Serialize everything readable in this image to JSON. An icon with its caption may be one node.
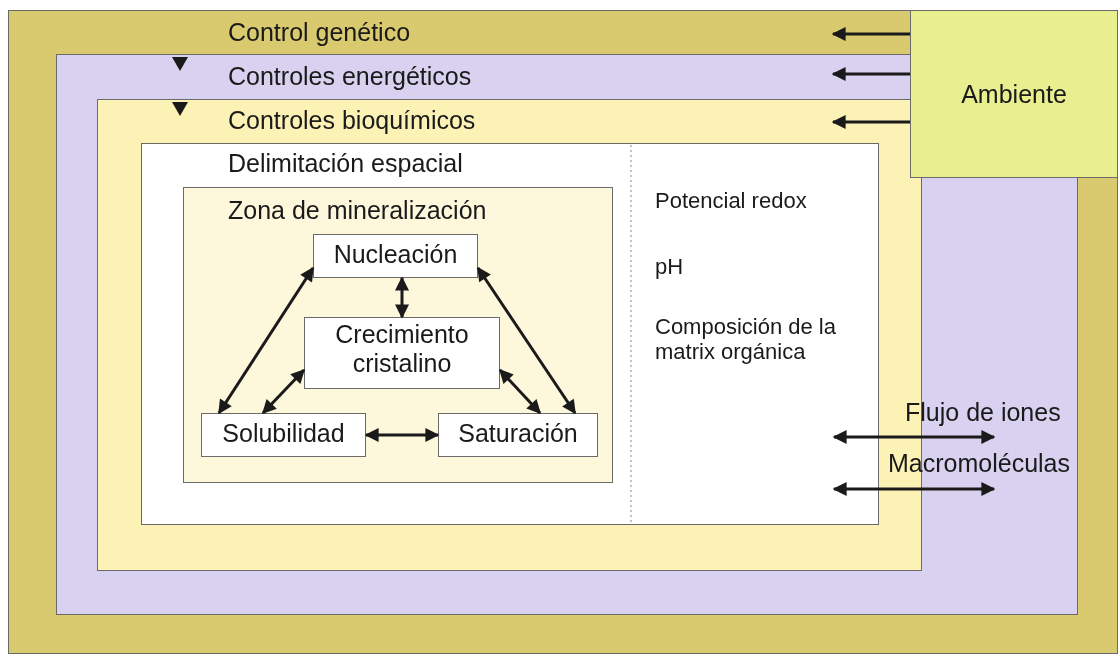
{
  "diagram": {
    "nodes": [
      {
        "text": [
          "Control genético"
        ]
      },
      {
        "text": [
          "Controles energéticos"
        ],
        "in": 0
      },
      {
        "text": [
          "Controles bioquímicos"
        ],
        "in": 1
      },
      {
        "text": [
          "Delimitación espacial",
          "Potencial redox",
          "pH",
          "Composición de la matrix orgánica"
        ],
        "in": 2
      },
      {
        "text": [
          "Zona de mineralización"
        ],
        "in": 3
      },
      {
        "text": [
          "Nucleación"
        ],
        "in": 4
      },
      {
        "text": [
          "Crecimiento cristalino"
        ],
        "in": 4
      },
      {
        "text": [
          "Solubilidad"
        ],
        "in": 4
      },
      {
        "text": [
          "Saturación"
        ],
        "in": 4
      },
      {
        "text": [
          "Ambiente"
        ],
        "in": 0
      }
    ],
    "edges": [
      {
        "from": 9,
        "to": 0,
        "arrow": "to"
      },
      {
        "from": 9,
        "to": 1,
        "arrow": "to"
      },
      {
        "from": 9,
        "to": 2,
        "arrow": "to"
      },
      {
        "from": 5,
        "to": 7,
        "arrow": "both"
      },
      {
        "from": 5,
        "to": 8,
        "arrow": "both"
      },
      {
        "from": 5,
        "to": 6,
        "arrow": "both"
      },
      {
        "from": 6,
        "to": 7,
        "arrow": "both"
      },
      {
        "from": 6,
        "to": 8,
        "arrow": "both"
      },
      {
        "from": 7,
        "to": 8,
        "arrow": "both"
      }
    ],
    "labels": [
      "Flujo de iones",
      "Macromoléculas"
    ]
  }
}
